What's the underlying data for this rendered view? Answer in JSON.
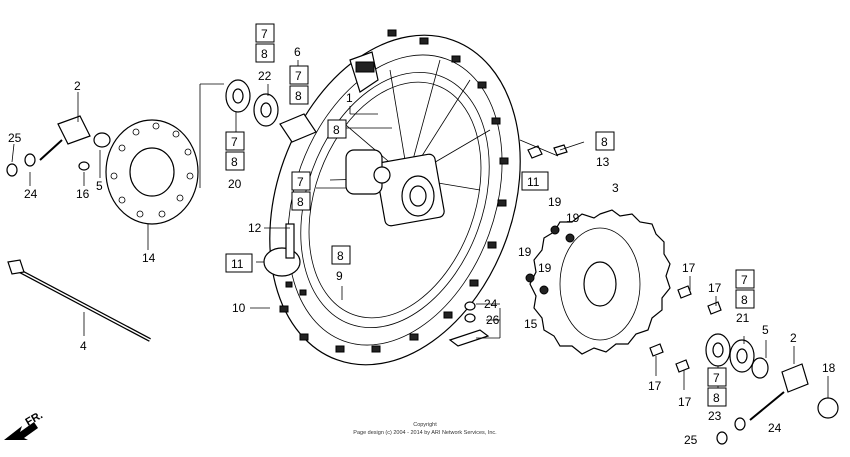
{
  "callouts": {
    "c1": "1",
    "c2a": "2",
    "c2b": "2",
    "c3": "3",
    "c4": "4",
    "c5a": "5",
    "c5b": "5",
    "c6": "6",
    "c9": "9",
    "c10": "10",
    "c12": "12",
    "c13": "13",
    "c14": "14",
    "c15": "15",
    "c16": "16",
    "c17a": "17",
    "c17b": "17",
    "c17c": "17",
    "c17d": "17",
    "c18": "18",
    "c19a": "19",
    "c19b": "19",
    "c19c": "19",
    "c19d": "19",
    "c20": "20",
    "c21": "21",
    "c22": "22",
    "c23": "23",
    "c24a": "24",
    "c24b": "24",
    "c24c": "24",
    "c25a": "25",
    "c25b": "25",
    "c26": "26"
  },
  "boxed": {
    "b7": "7",
    "b8": "8",
    "b11": "11"
  },
  "direction": "FR.",
  "copyright": {
    "line1": "Copyright",
    "line2": "Page design (c) 2004 - 2014 by ARI Network Services, Inc."
  }
}
